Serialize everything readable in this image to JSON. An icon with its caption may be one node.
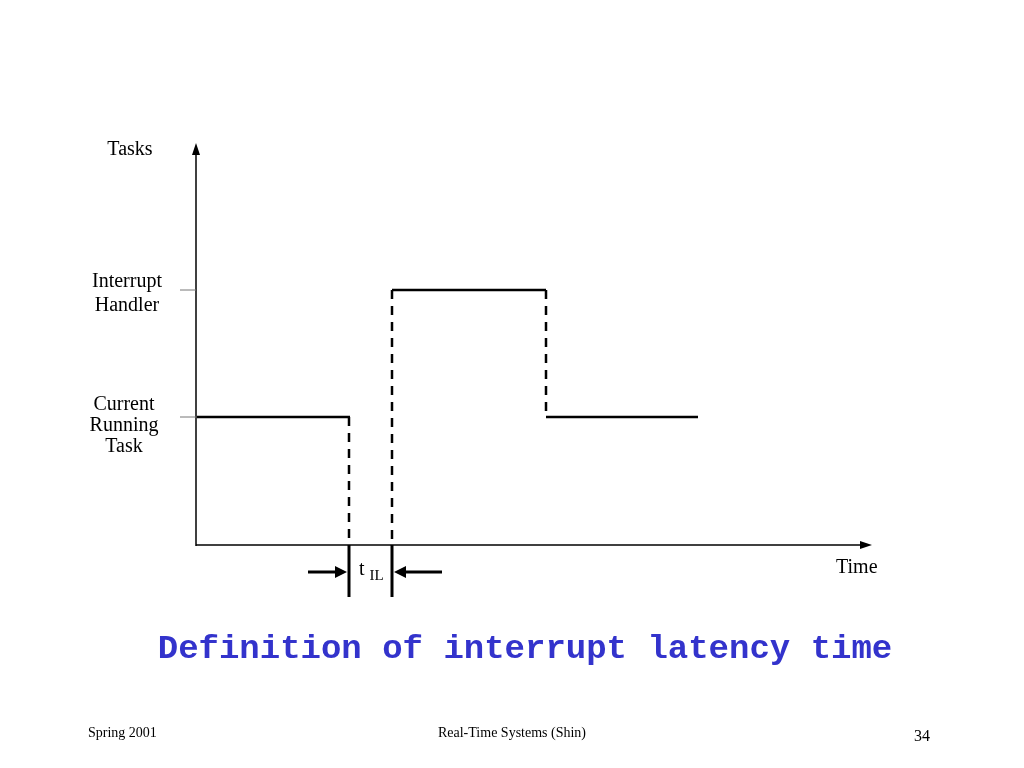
{
  "diagram": {
    "caption": "Definition of interrupt latency time",
    "labels": [
      "Tasks",
      "Interrupt Handler",
      "Current Running Task",
      "t $_{IL}$",
      "Time",
      "Spring 2001",
      "Real-Time Systems (Shin)",
      "34"
    ]
  }
}
